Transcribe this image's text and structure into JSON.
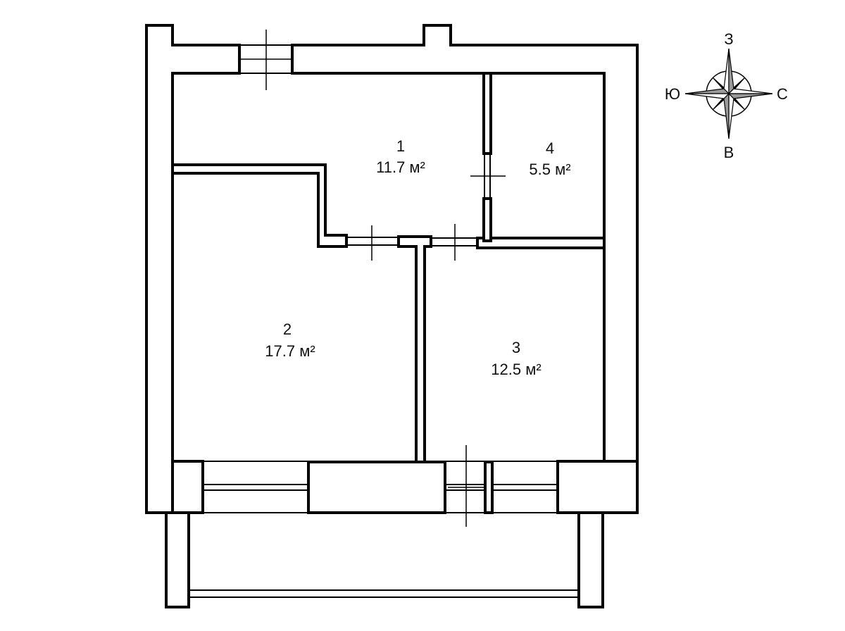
{
  "rooms": [
    {
      "number": "1",
      "area": "11.7 м²"
    },
    {
      "number": "2",
      "area": "17.7 м²"
    },
    {
      "number": "3",
      "area": "12.5 м²"
    },
    {
      "number": "4",
      "area": "5.5 м²"
    }
  ],
  "compass": {
    "top": "З",
    "left": "Ю",
    "right": "С",
    "bottom": "В"
  },
  "colors": {
    "wall_stroke": "#000000",
    "background": "#ffffff",
    "compass_fill": "#9a9a9a"
  }
}
